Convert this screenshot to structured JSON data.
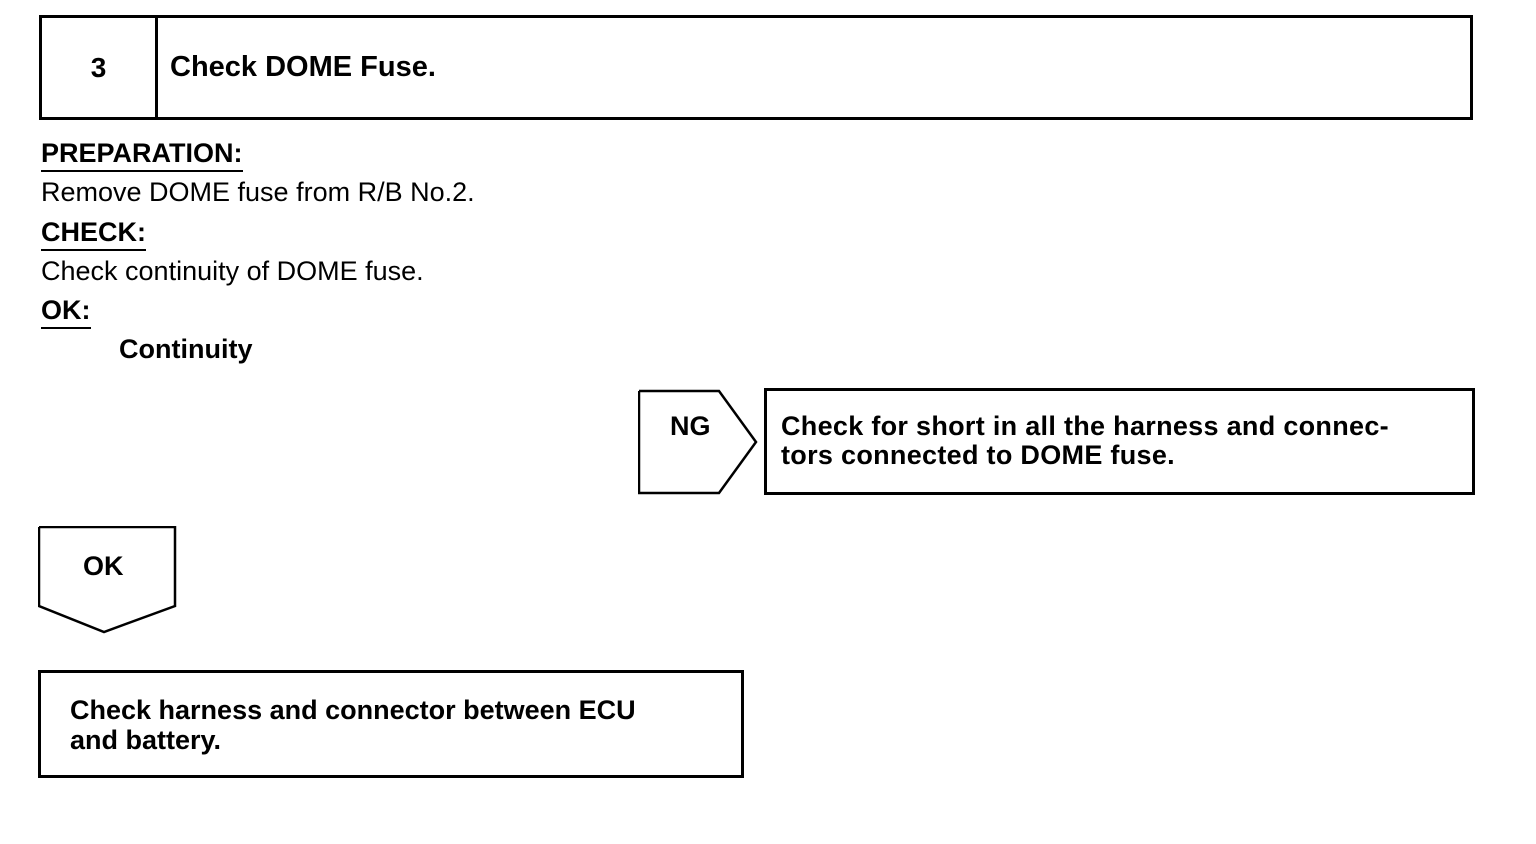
{
  "step": {
    "number": "3",
    "title": "Check DOME Fuse."
  },
  "preparation": {
    "heading": "PREPARATION:",
    "text": "Remove DOME fuse from R/B No.2."
  },
  "check": {
    "heading": "CHECK:",
    "text": "Check continuity of DOME fuse."
  },
  "ok": {
    "heading": "OK:",
    "text": "Continuity"
  },
  "ng_branch": {
    "label": "NG",
    "line1": "Check for short in all the harness and connec-",
    "line2": "tors connected to DOME fuse."
  },
  "ok_branch": {
    "label": "OK"
  },
  "next_step": {
    "line1": "Check harness and connector between ECU",
    "line2": "and battery."
  }
}
